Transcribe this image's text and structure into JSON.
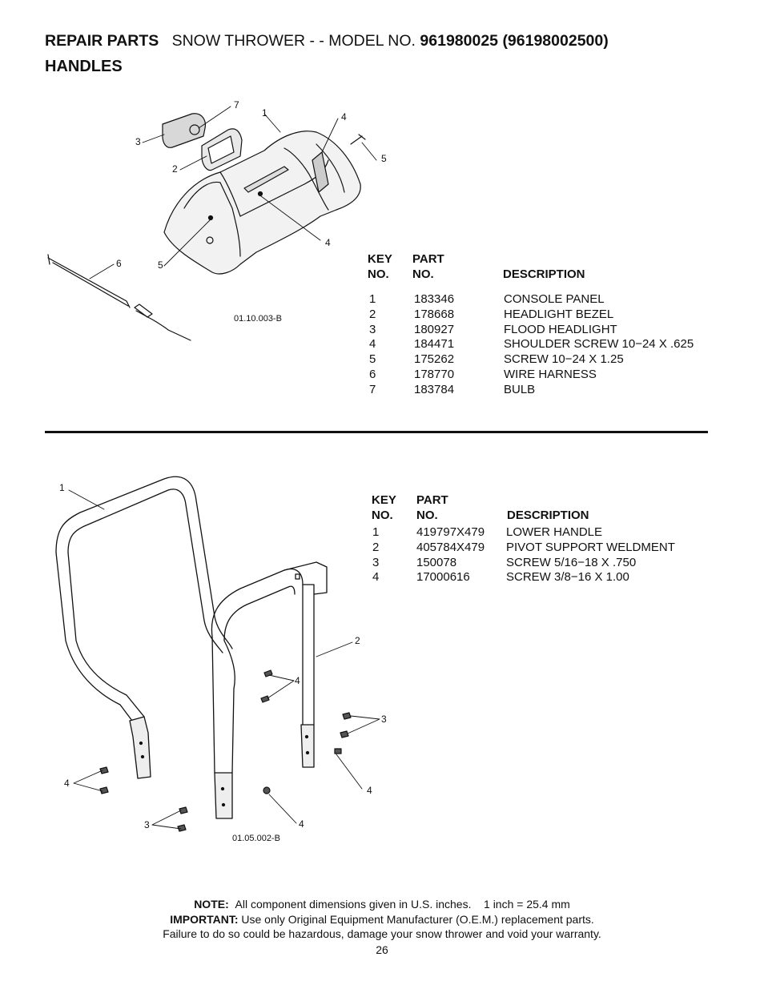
{
  "header": {
    "repair_parts": "REPAIR PARTS",
    "title_text": "SNOW THROWER - - MODEL NO.",
    "model_no": "961980025",
    "model_alt": "(96198002500)",
    "section": "HANDLES"
  },
  "figure1": {
    "id": "01.10.003-B",
    "callouts": [
      "7",
      "1",
      "4",
      "3",
      "5",
      "2",
      "4",
      "6",
      "5"
    ]
  },
  "table1": {
    "col_key": [
      "KEY",
      "NO."
    ],
    "col_part": [
      "PART",
      "NO."
    ],
    "col_desc": "DESCRIPTION",
    "rows": [
      {
        "key": "1",
        "part": "183346",
        "desc": "CONSOLE PANEL"
      },
      {
        "key": "2",
        "part": "178668",
        "desc": "HEADLIGHT BEZEL"
      },
      {
        "key": "3",
        "part": "180927",
        "desc": "FLOOD HEADLIGHT"
      },
      {
        "key": "4",
        "part": "184471",
        "desc": "SHOULDER SCREW 10−24 X .625"
      },
      {
        "key": "5",
        "part": "175262",
        "desc": "SCREW 10−24 X 1.25"
      },
      {
        "key": "6",
        "part": "178770",
        "desc": "WIRE HARNESS"
      },
      {
        "key": "7",
        "part": "183784",
        "desc": "BULB"
      }
    ]
  },
  "figure2": {
    "id": "01.05.002-B",
    "callouts": [
      "1",
      "2",
      "4",
      "3",
      "4",
      "4",
      "3",
      "4"
    ]
  },
  "table2": {
    "col_key": [
      "KEY",
      "NO."
    ],
    "col_part": [
      "PART",
      "NO."
    ],
    "col_desc": "DESCRIPTION",
    "rows": [
      {
        "key": "1",
        "part": "419797X479",
        "desc": "LOWER HANDLE"
      },
      {
        "key": "2",
        "part": "405784X479",
        "desc": "PIVOT SUPPORT WELDMENT"
      },
      {
        "key": "3",
        "part": "150078",
        "desc": "SCREW 5/16−18 X .750"
      },
      {
        "key": "4",
        "part": "17000616",
        "desc": "SCREW 3/8−16 X 1.00"
      }
    ]
  },
  "footer": {
    "note_label": "NOTE:",
    "note_text": "All component dimensions given in U.S. inches.    1 inch = 25.4 mm",
    "important_label": "IMPORTANT:",
    "important_text": "Use only Original Equipment Manufacturer (O.E.M.) replacement parts.",
    "warning_text": "Failure to do so could be hazardous, damage your snow thrower and void your warranty.",
    "page_number": "26"
  }
}
